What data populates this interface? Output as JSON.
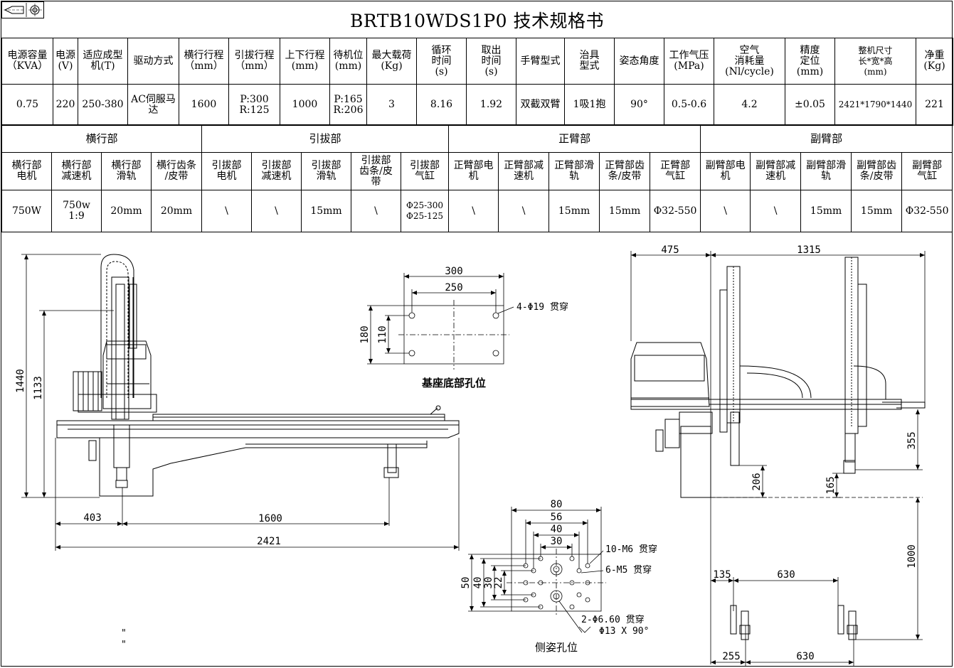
{
  "title": "BRTB10WDS1P0  技术规格书",
  "specs": {
    "headers": [
      "电源容量\n（KVA）",
      "电源\n(V)",
      "适应成型\n机(T)",
      "驱动方式",
      "横行行程\n（mm）",
      "引拔行程\n（mm）",
      "上下行程\n(mm)",
      "待机位\n(mm)",
      "最大载荷\n(Kg)",
      "循环\n时间\n(s)",
      "取出\n时间\n(s)",
      "手臂型式",
      "治具\n型式",
      "姿态角度",
      "工作气压\n(MPa)",
      "空气\n消耗量\n(Nl/cycle)",
      "精度\n定位\n(mm)",
      "整机尺寸\n长*宽*高\n(mm)",
      "净重\n(Kg)"
    ],
    "values": [
      "0.75",
      "220",
      "250-380",
      "AC伺服马\n达",
      "1600",
      "P:300\nR:125",
      "1000",
      "P:165\nR:206",
      "3",
      "8.16",
      "1.92",
      "双截双臂",
      "1吸1抱",
      "90°",
      "0.5-0.6",
      "4.2",
      "±0.05",
      "2421*1790*1440",
      "221"
    ]
  },
  "parts": {
    "groups": [
      "横行部",
      "引拔部",
      "正臂部",
      "副臂部"
    ],
    "headers": [
      "横行部\n电机",
      "横行部\n减速机",
      "横行部\n滑轨",
      "横行齿条\n/皮带",
      "引拔部\n电机",
      "引拔部\n减速机",
      "引拔部\n滑轨",
      "引拔部\n齿条/皮\n带",
      "引拔部\n气缸",
      "正臂部电\n机",
      "正臂部减\n速机",
      "正臂部滑\n轨",
      "正臂部齿\n条/皮带",
      "正臂部\n气缸",
      "副臂部电\n机",
      "副臂部减\n速机",
      "副臂部滑\n轨",
      "副臂部齿\n条/皮带",
      "副臂部\n气缸"
    ],
    "values": [
      "750W",
      "750w\n1:9",
      "20mm",
      "20mm",
      "\\",
      "\\",
      "15mm",
      "\\",
      "Φ25-300\nΦ25-125",
      "\\",
      "\\",
      "15mm",
      "15mm",
      "Φ32-550",
      "\\",
      "\\",
      "15mm",
      "15mm",
      "Φ32-550"
    ]
  },
  "front_view": {
    "dims": {
      "h_total": "1440",
      "h_arm": "1133",
      "left": "403",
      "stroke": "1600",
      "total": "2421"
    },
    "marks": "\"\n\""
  },
  "base_holes": {
    "dims": {
      "w_outer": "300",
      "w_inner": "250",
      "h_outer": "180",
      "h_inner": "110"
    },
    "note": "4-Φ19 贯穿",
    "caption": "基座底部孔位"
  },
  "side_holes": {
    "dims": {
      "w80": "80",
      "w56": "56",
      "w40": "40",
      "w30": "30",
      "h50": "50",
      "h40": "40",
      "h30": "30",
      "h22": "22"
    },
    "notes": [
      "10-M6 贯穿",
      "6-M5 贯穿",
      "2-Φ6.60 贯穿",
      "Φ13 X 90°"
    ],
    "caption": "侧姿孔位"
  },
  "side_view": {
    "dims": {
      "d475": "475",
      "d1315": "1315",
      "d355": "355",
      "d206": "206",
      "d165": "165",
      "d1000": "1000",
      "d135": "135",
      "d630a": "630",
      "d255": "255",
      "d630b": "630"
    }
  }
}
